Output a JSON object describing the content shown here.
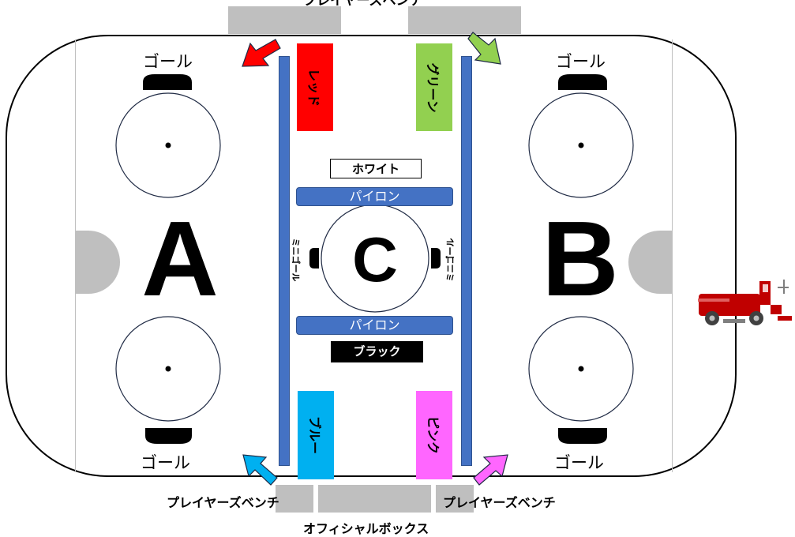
{
  "labels": {
    "top_bench": "プレイヤーズベンチ",
    "bench_left": "プレイヤーズベンチ",
    "bench_right": "プレイヤーズベンチ",
    "official_box": "オフィシャルボックス",
    "goal": "ゴール",
    "mini_goal": "ミニゴール",
    "pylon": "パイロン"
  },
  "zones": {
    "a": "A",
    "b": "B",
    "c": "C"
  },
  "teams": {
    "red": "レッド",
    "green": "グリーン",
    "blue": "ブルー",
    "pink": "ピンク",
    "white": "ホワイト",
    "black": "ブラック"
  },
  "colors": {
    "red": "#ff0000",
    "green": "#92d050",
    "blue": "#00b0f0",
    "pink": "#ff66ff",
    "divider": "#4472c4",
    "bench": "#bfbfbf"
  }
}
